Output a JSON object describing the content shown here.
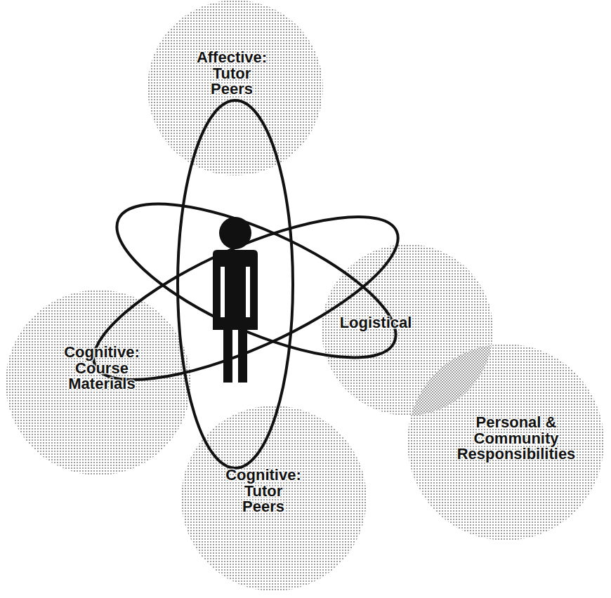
{
  "diagram": {
    "nodes": [
      {
        "text": [
          "Affective: Tutor Peers"
        ]
      },
      {
        "text": [
          "Cognitive: Course Materials"
        ]
      },
      {
        "text": [
          "Logistical"
        ]
      },
      {
        "text": [
          "Cognitive: Tutor Peers"
        ]
      },
      {
        "text": [
          "Personal & Community Responsibilities"
        ]
      }
    ]
  }
}
